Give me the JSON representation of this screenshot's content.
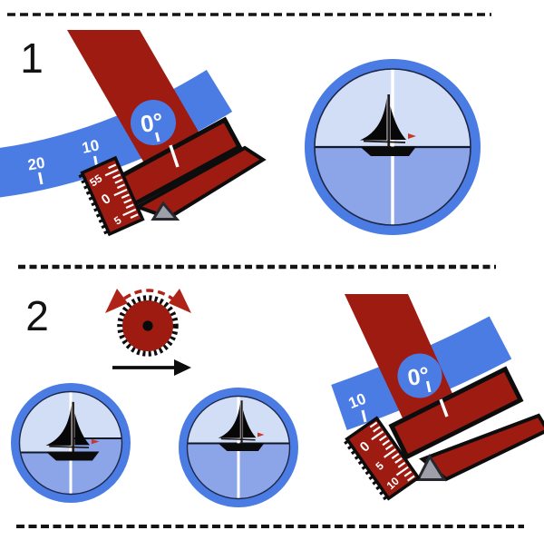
{
  "diagram": {
    "steps": [
      {
        "number": "1"
      },
      {
        "number": "2"
      }
    ]
  },
  "sextant1": {
    "arc_labels": [
      "20",
      "10"
    ],
    "index_label": "0°",
    "drum_labels": [
      "55",
      "0",
      "5"
    ]
  },
  "sextant2": {
    "arc_labels": [
      "10"
    ],
    "index_label": "0°",
    "drum_labels": [
      "0",
      "5",
      "10"
    ]
  },
  "colors": {
    "instrument_red": "#9e1b11",
    "arrow_red": "#b02318",
    "scale_blue": "#4a7ce4",
    "sky_blue": "#d2def6",
    "sea_blue": "#8ca4e8",
    "outline_black": "#0d0d0d",
    "scale_text_white": "#ffffff",
    "shim_gray": "#9da0a8"
  }
}
